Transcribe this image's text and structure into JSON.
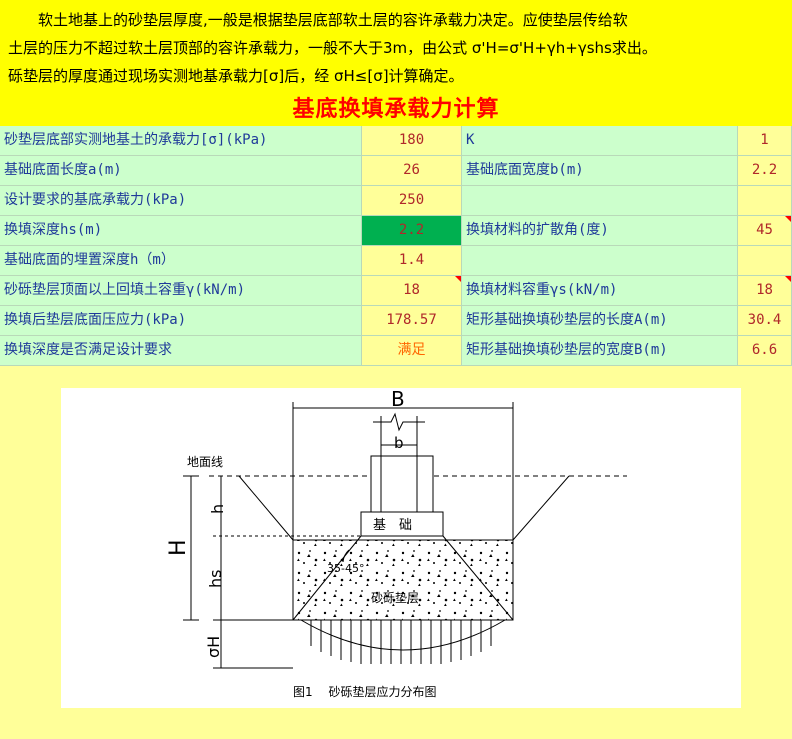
{
  "intro": {
    "line1": "软土地基上的砂垫层厚度,一般是根据垫层底部软土层的容许承载力决定。应使垫层传给软",
    "line2": "土层的压力不超过软土层顶部的容许承载力，一般不大于3m，由公式 σ'H=σ'H+γh+γshs求出。",
    "line3": "砾垫层的厚度通过现场实测地基承载力[σ]后，经 σH≤[σ]计算确定。"
  },
  "title": "基底换填承载力计算",
  "rows": [
    {
      "label1": "砂垫层底部实测地基土的承载力[σ](kPa)",
      "value1": "180",
      "label2": "K",
      "value2": "1"
    },
    {
      "label1": "基础底面长度a(m)",
      "value1": "26",
      "label2": "基础底面宽度b(m)",
      "value2": "2.2"
    },
    {
      "label1": "设计要求的基底承载力(kPa)",
      "value1": "250",
      "label2": "",
      "value2": ""
    },
    {
      "label1": "换填深度hs(m)",
      "value1": "2.2",
      "label2": "换填材料的扩散角(度)",
      "value2": "45"
    },
    {
      "label1": "基础底面的埋置深度h（m）",
      "value1": "1.4",
      "label2": "",
      "value2": ""
    },
    {
      "label1": "砂砾垫层顶面以上回填土容重γ(kN/m)",
      "value1": "18",
      "label2": "换填材料容重γs(kN/m)",
      "value2": "18"
    },
    {
      "label1": "换填后垫层底面压应力(kPa)",
      "value1": "178.57",
      "label2": "矩形基础换填砂垫层的长度A(m)",
      "value2": "30.4"
    },
    {
      "label1": "换填深度是否满足设计要求",
      "value1": "满足",
      "label2": "矩形基础换填砂垫层的宽度B(m)",
      "value2": "6.6"
    }
  ],
  "figure": {
    "label_B": "B",
    "label_b": "b",
    "label_ground": "地面线",
    "label_H": "H",
    "label_h": "h",
    "label_hs": "hs",
    "label_sigma": "σH",
    "label_foundation": "基　础",
    "label_angle": "35-45°",
    "label_layer": "砂砾垫层",
    "caption": "图1　 砂砾垫层应力分布图"
  },
  "colors": {
    "header_bg": "#ffff00",
    "title_red": "#ff0000",
    "label_bg": "#ccffcc",
    "value_bg": "#ffff99",
    "highlight_green": "#00b050",
    "ok_orange": "#ff6600"
  }
}
